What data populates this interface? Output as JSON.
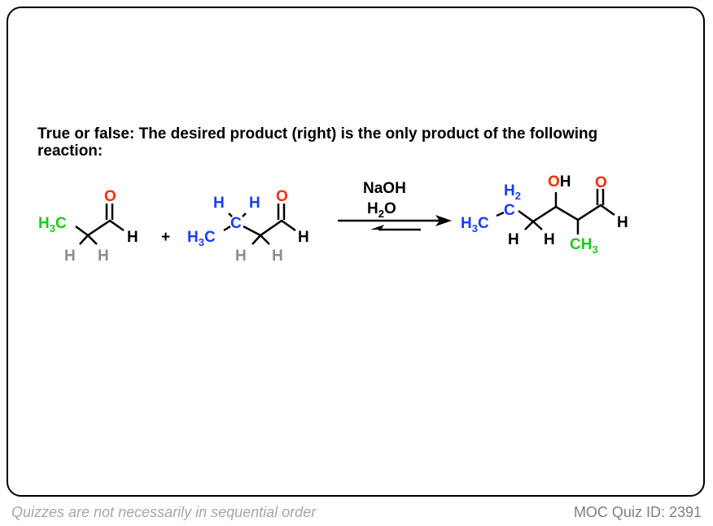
{
  "question": "True or false: The desired product (right) is the only product of the following reaction:",
  "footer": {
    "left": "Quizzes are not necessarily in sequential order",
    "right": "MOC Quiz ID: 2391"
  },
  "reagents": {
    "line1": "NaOH",
    "line2_main": "H",
    "line2_sub": "2",
    "line2_end": "O"
  },
  "plus": "+",
  "labels": {
    "H": "H",
    "O": "O",
    "C": "C",
    "OH_O": "O",
    "OH_H": "H",
    "H3C_H": "H",
    "H3C_3": "3",
    "H3C_C": "C",
    "CH3_CH": "CH",
    "CH3_3": "3",
    "H2_H": "H",
    "H2_2": "2"
  },
  "colors": {
    "green": "#1ec81e",
    "blue": "#1a3cff",
    "red": "#ff2a00",
    "gray": "#8c8c8c"
  }
}
